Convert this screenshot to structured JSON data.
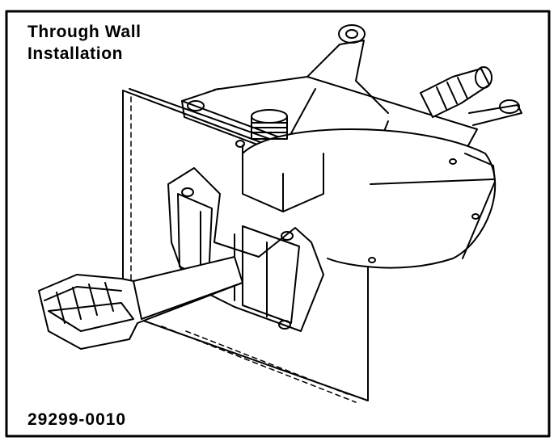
{
  "figure": {
    "title_line1": "Through Wall",
    "title_line2": "Installation",
    "figure_id": "29299-0010"
  }
}
